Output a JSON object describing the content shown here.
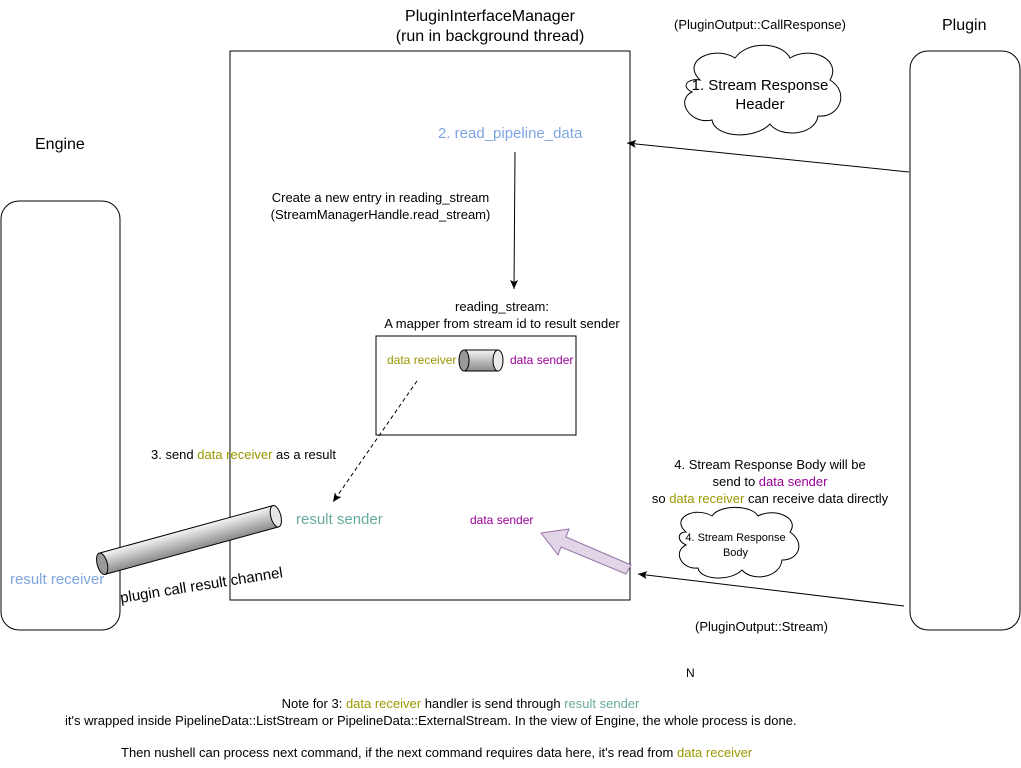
{
  "manager": {
    "title_line1": "PluginInterfaceManager",
    "title_line2": "(run in background thread)"
  },
  "engine": {
    "label": "Engine"
  },
  "plugin": {
    "label": "Plugin"
  },
  "call_response": {
    "label": "(PluginOutput::CallResponse)",
    "cloud_line1": "1. Stream Response",
    "cloud_line2": "Header"
  },
  "step2": {
    "label": "2. read_pipeline_data"
  },
  "create_entry": {
    "line1": "Create a new entry in reading_stream",
    "line2": "(StreamManagerHandle.read_stream)"
  },
  "reading_stream": {
    "line1": "reading_stream:",
    "line2": "A mapper from stream id to result sender",
    "data_receiver": "data receiver",
    "data_sender": "data sender"
  },
  "step3": {
    "prefix": "3. send ",
    "highlight": "data receiver",
    "suffix": " as a result"
  },
  "result_sender": "result sender",
  "result_receiver": "result receiver",
  "channel_label": "plugin call result channel",
  "inner_data_sender": "data sender",
  "step4": {
    "line1": "4. Stream Response Body will be",
    "line2_prefix": "send to ",
    "line2_highlight": "data sender",
    "line3_prefix": "so ",
    "line3_highlight": "data receiver",
    "line3_suffix": " can receive data directly",
    "cloud_line1": "4. Stream Response",
    "cloud_line2": "Body"
  },
  "stream_output": {
    "label": "(PluginOutput::Stream)"
  },
  "stray": "N",
  "note": {
    "line1_prefix": "Note for 3: ",
    "line1_highlight1": "data receiver",
    "line1_mid": " handler is send through ",
    "line1_highlight2": "result sender",
    "line2": "it's wrapped inside PipelineData::ListStream or PipelineData::ExternalStream.  In the view of Engine, the whole process is done.",
    "line3_prefix": "Then nushell can process next command, if the next command requires data here, it's read from ",
    "line3_highlight": "data receiver"
  },
  "colors": {
    "olive": "#999900",
    "teal": "#67AB9F",
    "purple": "#990099",
    "blue": "#7EA6E0",
    "arrow_fill": "#E1D5E7",
    "arrow_stroke": "#9673A6"
  }
}
